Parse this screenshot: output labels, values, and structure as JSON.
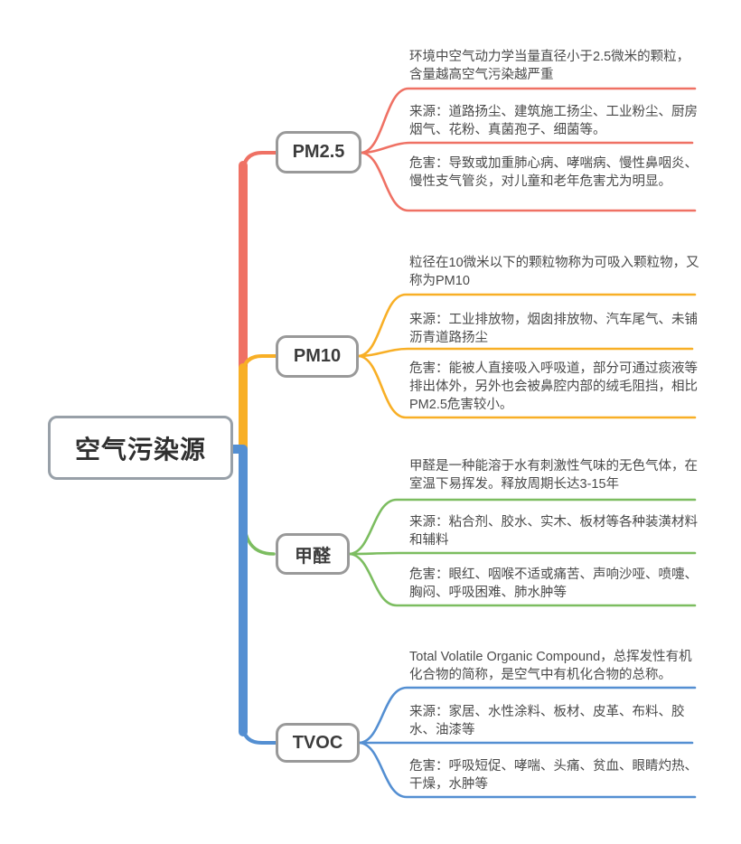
{
  "central": {
    "label": "空气污染源",
    "border_color": "#98A0A8"
  },
  "palette": {
    "pm25": "#EF7164",
    "pm10": "#F8AF26",
    "formaldehyde": "#7CBD60",
    "tvoc": "#548FD2",
    "leaf_text": "#4A4A4A"
  },
  "branches": [
    {
      "label": "PM2.5",
      "color": "#EF7164",
      "leaves": [
        {
          "kind": "definition",
          "text": "环境中空气动力学当量直径小于2.5微米的颗粒，含量越高空气污染越严重"
        },
        {
          "kind": "source",
          "text": "来源：道路扬尘、建筑施工扬尘、工业粉尘、厨房烟气、花粉、真菌孢子、细菌等。"
        },
        {
          "kind": "harm",
          "text": "危害：导致或加重肺心病、哮喘病、慢性鼻咽炎、慢性支气管炎，对儿童和老年危害尤为明显。"
        }
      ]
    },
    {
      "label": "PM10",
      "color": "#F8AF26",
      "leaves": [
        {
          "kind": "definition",
          "text": "粒径在10微米以下的颗粒物称为可吸入颗粒物，又称为PM10"
        },
        {
          "kind": "source",
          "text": "来源：工业排放物，烟囱排放物、汽车尾气、未铺沥青道路扬尘"
        },
        {
          "kind": "harm",
          "text": "危害：能被人直接吸入呼吸道，部分可通过痰液等排出体外，另外也会被鼻腔内部的绒毛阻挡，相比PM2.5危害较小。"
        }
      ]
    },
    {
      "label": "甲醛",
      "color": "#7CBD60",
      "leaves": [
        {
          "kind": "definition",
          "text": "甲醛是一种能溶于水有刺激性气味的无色气体，在室温下易挥发。释放周期长达3-15年"
        },
        {
          "kind": "source",
          "text": "来源：粘合剂、胶水、实木、板材等各种装潢材料和辅料"
        },
        {
          "kind": "harm",
          "text": "危害：眼红、咽喉不适或痛苦、声响沙哑、喷嚏、胸闷、呼吸困难、肺水肿等"
        }
      ]
    },
    {
      "label": "TVOC",
      "color": "#548FD2",
      "leaves": [
        {
          "kind": "definition",
          "text": "Total Volatile Organic Compound，总挥发性有机化合物的简称，是空气中有机化合物的总称。"
        },
        {
          "kind": "source",
          "text": "来源：家居、水性涂料、板材、皮革、布料、胶水、油漆等"
        },
        {
          "kind": "harm",
          "text": "危害：呼吸短促、哮喘、头痛、贫血、眼睛灼热、干燥，水肿等"
        }
      ]
    }
  ]
}
